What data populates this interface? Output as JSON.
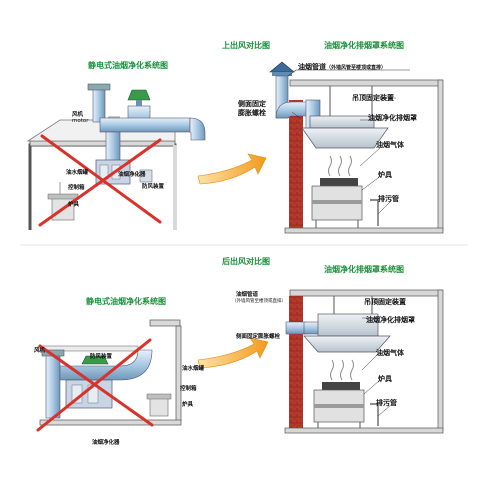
{
  "top": {
    "left_title": "静电式油烟净化系统图",
    "compare_title": "上出风对比图",
    "right_title": "油烟净化排烟罩系统图",
    "left_labels": {
      "fan": "风机",
      "motor": "motor",
      "oil_tank": "油水烟罐",
      "purifier": "油烟净化器",
      "control_box": "控制箱",
      "fire_device": "防风装置",
      "stove": "炉具"
    },
    "right_labels": {
      "duct": "油烟管道",
      "duct_note": "（外墙风管至楼顶或直排）",
      "ceiling_mount": "吊顶固定装置",
      "wall_bolt": "侧面固定\n膨胀螺栓",
      "hood": "油烟净化排烟罩",
      "gas": "油烟气体",
      "stove": "炉具",
      "drain": "排污管"
    }
  },
  "bottom": {
    "left_title": "静电式油烟净化系统图",
    "compare_title": "后出风对比图",
    "right_title": "油烟净化排烟罩系统图",
    "left_labels": {
      "fan": "风机",
      "fire_device": "防风装置",
      "oil_tank": "油水烟罐",
      "control_box": "控制箱",
      "stove": "炉具",
      "purifier": "油烟净化器"
    },
    "right_labels": {
      "duct": "油烟管道",
      "duct_note": "（外墙风管至楼顶或直排）",
      "ceiling_mount": "吊顶固定装置",
      "wall_bolt": "侧面固定膨胀螺栓",
      "hood": "油烟净化排烟罩",
      "gas": "油烟气体",
      "stove": "炉具",
      "drain": "排污管"
    }
  },
  "colors": {
    "title_green": "#1a8f3a",
    "cross_red": "#d8322a",
    "arrow_orange": "#f29a1c",
    "duct_blue": "#a9c9e3",
    "wall_red": "#b63a2c",
    "hood_gray": "#c9d3dc"
  }
}
